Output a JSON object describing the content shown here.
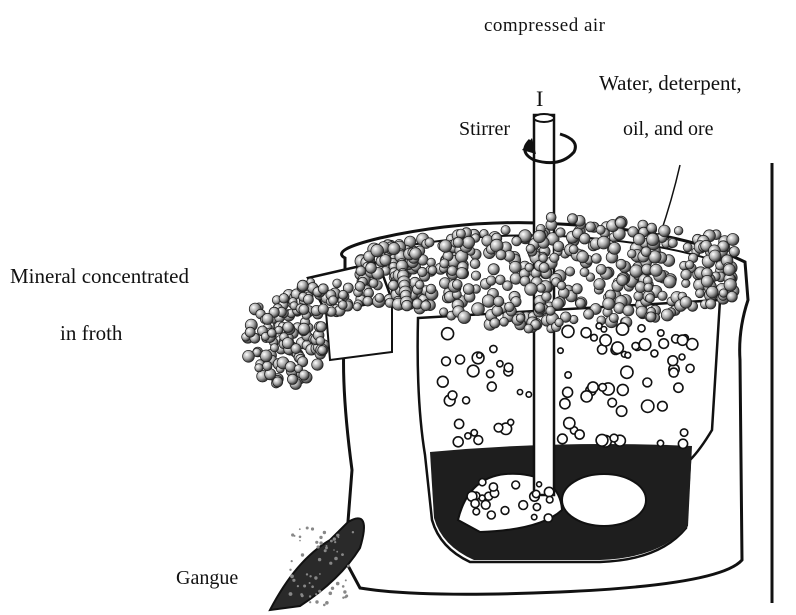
{
  "labels": {
    "air": "compressed air",
    "pipe_mark": "I",
    "stirrer": "Stirrer",
    "feed_line1": "Water, deterpent,",
    "feed_line2": "oil, and ore",
    "concentrate_line1": "Mineral concentrated",
    "concentrate_line2": "in froth",
    "gangue": "Gangue"
  },
  "colors": {
    "ink": "#111111",
    "slurry": "#1e1e1e",
    "froth_fill": "#9a9a9a",
    "paper": "#ffffff"
  }
}
